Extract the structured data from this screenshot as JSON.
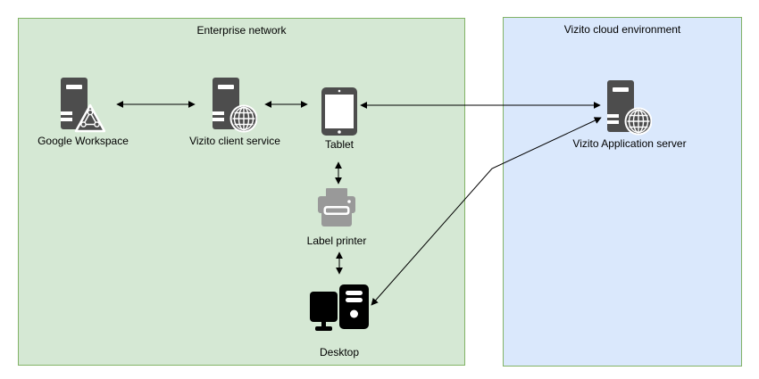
{
  "diagram": {
    "containers": [
      {
        "id": "enterprise-network",
        "title": "Enterprise network",
        "fill": "#d5e8d4",
        "border": "#82b366"
      },
      {
        "id": "vizito-cloud-environment",
        "title": "Vizito cloud environment",
        "fill": "#dae8fc",
        "border": "#82b366"
      }
    ],
    "nodes": [
      {
        "id": "google-workspace",
        "label": "Google Workspace",
        "icon": "server-network-triangle-icon",
        "container": "enterprise-network"
      },
      {
        "id": "vizito-client-service",
        "label": "Vizito client service",
        "icon": "server-globe-icon",
        "container": "enterprise-network"
      },
      {
        "id": "tablet",
        "label": "Tablet",
        "icon": "tablet-icon",
        "container": "enterprise-network"
      },
      {
        "id": "label-printer",
        "label": "Label printer",
        "icon": "printer-icon",
        "container": "enterprise-network"
      },
      {
        "id": "desktop",
        "label": "Desktop",
        "icon": "desktop-computer-icon",
        "container": "enterprise-network"
      },
      {
        "id": "vizito-application-server",
        "label": "Vizito Application server",
        "icon": "server-globe-icon",
        "container": "vizito-cloud-environment"
      }
    ],
    "edges": [
      {
        "from": "google-workspace",
        "to": "vizito-client-service",
        "bidirectional": true
      },
      {
        "from": "vizito-client-service",
        "to": "tablet",
        "bidirectional": true
      },
      {
        "from": "tablet",
        "to": "vizito-application-server",
        "bidirectional": true
      },
      {
        "from": "tablet",
        "to": "label-printer",
        "bidirectional": true
      },
      {
        "from": "label-printer",
        "to": "desktop",
        "bidirectional": true
      },
      {
        "from": "desktop",
        "to": "vizito-application-server",
        "bidirectional": true
      }
    ],
    "colors": {
      "server_icon": "#4d4d4d",
      "printer_icon": "#999999",
      "desktop_icon": "#000000",
      "arrow": "#000000"
    }
  }
}
